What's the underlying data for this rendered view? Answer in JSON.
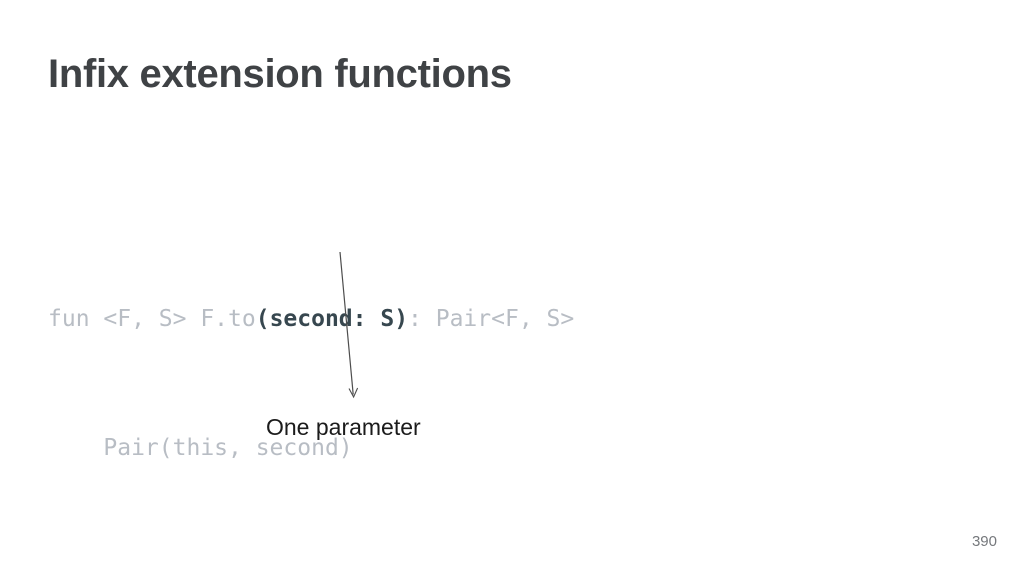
{
  "slide": {
    "title": "Infix extension functions",
    "code": {
      "line1": {
        "pre": "fun <F, S> F.to",
        "emph": "(second: S)",
        "post": ": Pair<F, S>"
      },
      "line2": "    Pair(this, second)"
    },
    "annotation": {
      "label": "One parameter"
    },
    "page_number": "390"
  },
  "colors": {
    "background": "#ffffff",
    "title_text": "#3f4245",
    "code_muted": "#b8bdc4",
    "code_emphasis": "#37474f",
    "annotation_text": "#1b1b1b",
    "arrow_stroke": "#4d4d4d",
    "page_number_text": "#75787c"
  }
}
